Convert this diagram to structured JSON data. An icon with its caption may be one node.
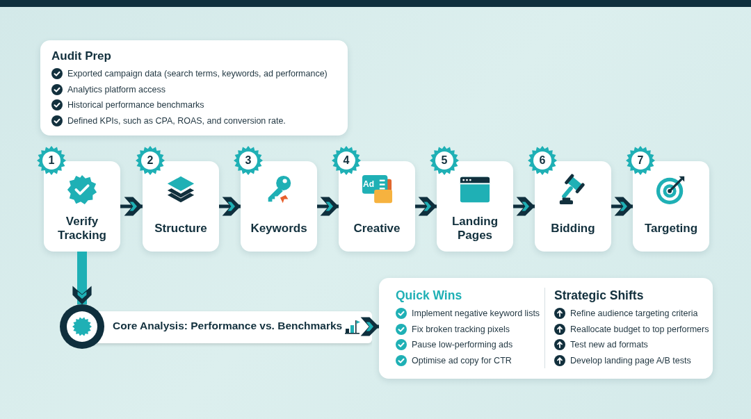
{
  "diagram": {
    "nodes": [
      {
        "text": [
          "Audit Prep",
          "Exported campaign data (search terms, keywords, ad performance)",
          "Analytics platform access",
          "Historical performance benchmarks",
          "Defined KPIs, such as CPA, ROAS, and conversion rate."
        ]
      },
      {
        "text": [
          "Verify Tracking"
        ],
        "beside": [
          "1"
        ]
      },
      {
        "text": [
          "Structure"
        ],
        "beside": [
          "2"
        ]
      },
      {
        "text": [
          "Keywords"
        ],
        "beside": [
          "3"
        ]
      },
      {
        "text": [
          "Creative"
        ],
        "beside": [
          "4"
        ]
      },
      {
        "text": [
          "Landing Pages"
        ],
        "beside": [
          "5"
        ]
      },
      {
        "text": [
          "Bidding"
        ],
        "beside": [
          "6"
        ]
      },
      {
        "text": [
          "Targeting"
        ],
        "beside": [
          "7"
        ]
      },
      {
        "text": [
          "Core Analysis: Performance vs. Benchmarks"
        ]
      },
      {
        "text": [
          "Quick Wins",
          "Implement negative keyword lists",
          "Fix broken tracking pixels",
          "Pause low-performing ads",
          "Optimise ad copy for CTR",
          "Strategic Shifts",
          "Refine audience targeting criteria",
          "Reallocate budget to top performers",
          "Test new ad formats",
          "Develop landing page A/B tests"
        ]
      }
    ],
    "edges": [
      {
        "from": 1,
        "to": 2,
        "arrow": "to"
      },
      {
        "from": 2,
        "to": 3,
        "arrow": "to"
      },
      {
        "from": 3,
        "to": 4,
        "arrow": "to"
      },
      {
        "from": 4,
        "to": 5,
        "arrow": "to"
      },
      {
        "from": 5,
        "to": 6,
        "arrow": "to"
      },
      {
        "from": 6,
        "to": 7,
        "arrow": "to"
      },
      {
        "from": 1,
        "to": 8,
        "arrow": "to",
        "style": "thick",
        "color": "#1fb0b5"
      },
      {
        "from": 8,
        "to": 9,
        "arrow": "to"
      }
    ],
    "labels": [
      "Ad"
    ]
  }
}
